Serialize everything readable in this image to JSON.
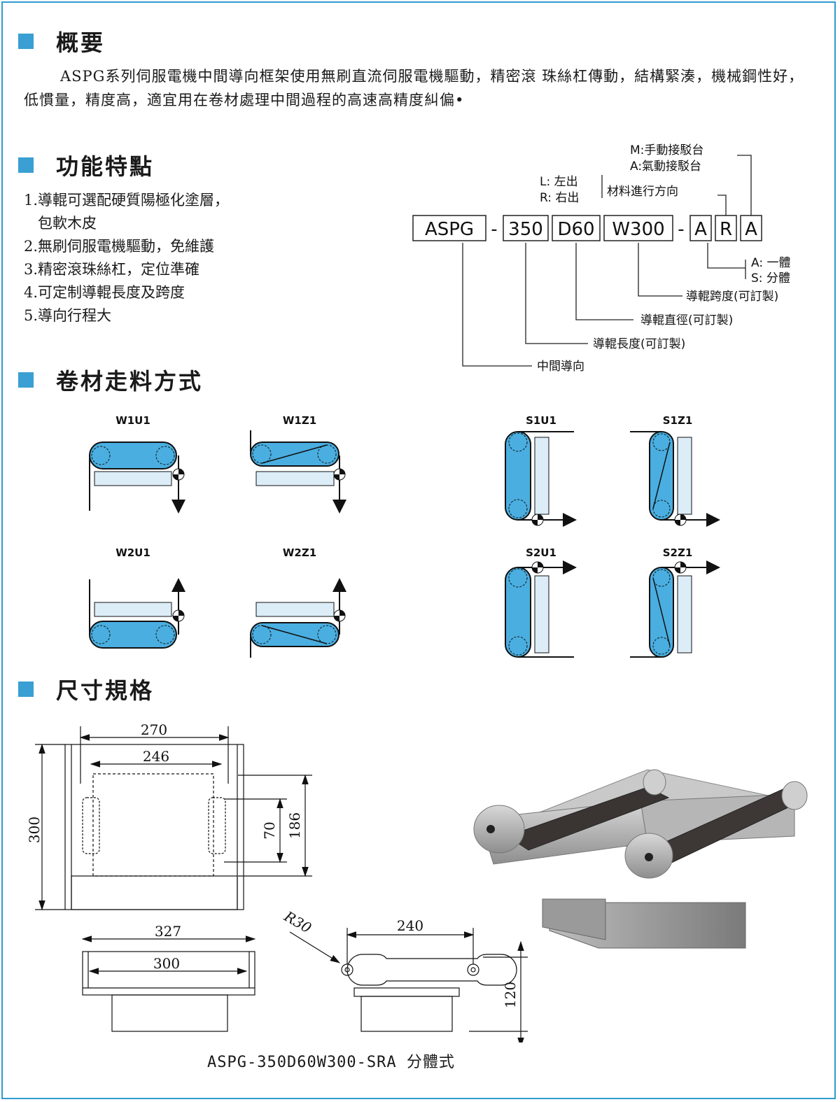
{
  "sections": {
    "overview": "概要",
    "features": "功能特點",
    "modes": "卷材走料方式",
    "dims": "尺寸規格"
  },
  "overview_text": "ASPG系列伺服電機中間導向框架使用無刷直流伺服電機驅動，精密滾 珠絲杠傳動，結構緊湊，機械鋼性好，低慣量，精度高，適宜用在卷材處理中間過程的高速高精度糾偏•",
  "features": [
    "1.導輥可選配硬質陽極化塗層，",
    "   包軟木皮",
    "2.無刷伺服電機驅動，免維護",
    "3.精密滾珠絲杠，定位準確",
    "4.可定制導輥長度及跨度",
    "5.導向行程大"
  ],
  "code": {
    "parts": [
      "ASPG",
      "-",
      "350",
      "D60",
      "W300",
      "-",
      "A",
      "R",
      "A"
    ],
    "m_label": "M:手動接駁台",
    "a_label": "A:氣動接駁台",
    "l_label": "L: 左出",
    "r_label": "R: 右出",
    "dir_label": "材料進行方向",
    "one_label": "A: 一體",
    "split_label": "S: 分體",
    "span_label": "導輥跨度(可訂製)",
    "dia_label": "導輥直徑(可訂製)",
    "len_label": "導輥長度(可訂製)",
    "center_label": "中間導向"
  },
  "modes": [
    "W1U1",
    "W1Z1",
    "S1U1",
    "S1Z1",
    "W2U1",
    "W2Z1",
    "S2U1",
    "S2Z1"
  ],
  "dims": {
    "d270": "270",
    "d246": "246",
    "d300v": "300",
    "d70": "70",
    "d186": "186",
    "d327": "327",
    "d300h": "300",
    "r30": "R30",
    "d240": "240",
    "d120": "120"
  },
  "caption": "ASPG-350D60W300-SRA 分體式",
  "colors": {
    "accent": "#3a9fd2",
    "roller": "#4aaee0",
    "plate": "#dcedf8"
  }
}
